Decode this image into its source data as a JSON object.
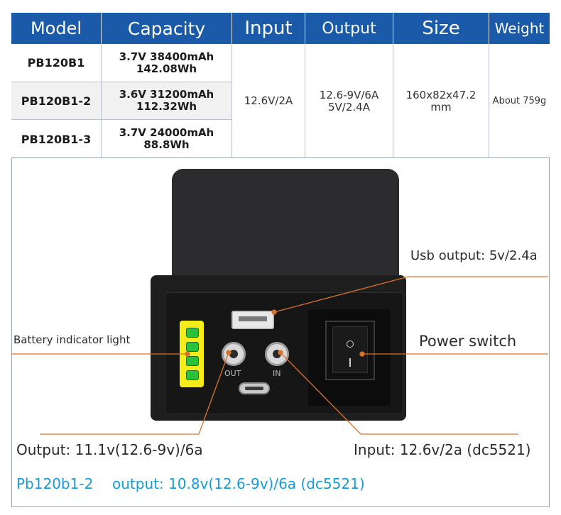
{
  "table": {
    "headers": [
      "Model",
      "Capacity",
      "Input",
      "Output",
      "Size",
      "Weight"
    ],
    "rows": [
      {
        "model": "PB120B1",
        "capacity_line1": "3.7V 38400mAh",
        "capacity_line2": "142.08Wh"
      },
      {
        "model": "PB120B1-2",
        "capacity_line1": "3.6V 31200mAh",
        "capacity_line2": "112.32Wh"
      },
      {
        "model": "PB120B1-3",
        "capacity_line1": "3.7V 24000mAh",
        "capacity_line2": "88.8Wh"
      }
    ],
    "input": "12.6V/2A",
    "output_line1": "12.6-9V/6A",
    "output_line2": "5V/2.4A",
    "size_line1": "160x82x47.2",
    "size_line2": "mm",
    "weight": "About 759g"
  },
  "device": {
    "port_out_label": "OUT",
    "port_in_label": "IN"
  },
  "callouts": {
    "usb": "Usb output: 5v/2.4a",
    "battery_indicator": "Battery indicator light",
    "power_switch": "Power switch",
    "dc_output": "Output: 11.1v(12.6-9v)/6a",
    "dc_input": "Input: 12.6v/2a (dc5521)"
  },
  "footnote": {
    "model": "Pb120b1-2",
    "text": "output: 10.8v(12.6-9v)/6a (dc5521)"
  },
  "colors": {
    "header_blue": "#1a5aa8",
    "leader_orange": "#d9722b",
    "footnote_blue": "#1a9bd7",
    "indicator_yellow": "#f5ec1a",
    "led_green": "#2bc13a"
  }
}
